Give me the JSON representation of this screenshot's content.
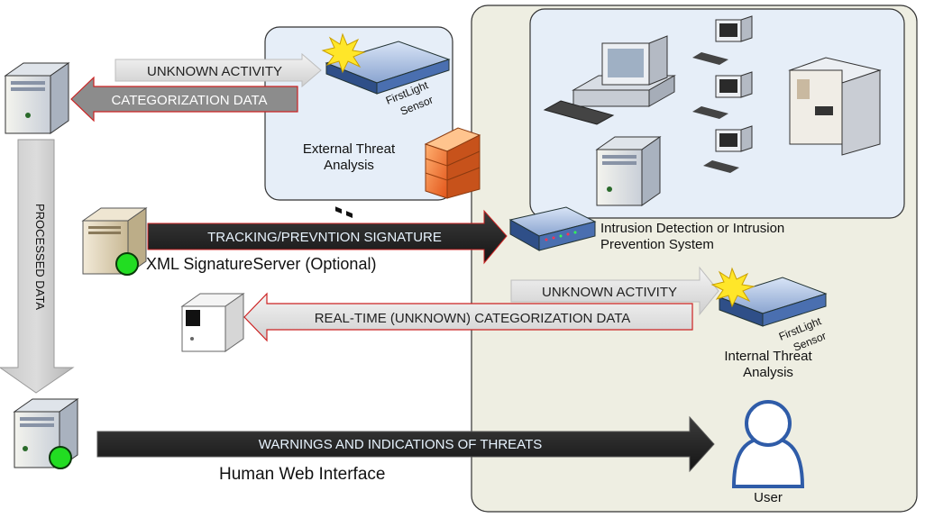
{
  "arrows": {
    "unknown_activity_top": "UNKNOWN ACTIVITY",
    "categorization_data": "CATEGORIZATION DATA",
    "processed_data": "PROCESSED DATA",
    "tracking_signature": "TRACKING/PREVNTION SIGNATURE",
    "unknown_activity_internal": "UNKNOWN ACTIVITY",
    "realtime_categorization": "REAL-TIME (UNKNOWN) CATEGORIZATION DATA",
    "warnings": "WARNINGS AND INDICATIONS OF THREATS"
  },
  "labels": {
    "sensor_top_line1": "FirstLight",
    "sensor_top_line2": "Sensor",
    "sensor_internal_line1": "FirstLight",
    "sensor_internal_line2": "Sensor",
    "external_threat_line1": "External Threat",
    "external_threat_line2": "Analysis",
    "xml_server": "XML SignatureServer (Optional)",
    "ids_line1": "Intrusion Detection or Intrusion",
    "ids_line2": "Prevention System",
    "internal_threat_line1": "Internal Threat",
    "internal_threat_line2": "Analysis",
    "human_web_interface": "Human Web Interface",
    "user": "User"
  },
  "colors": {
    "network_panel": "#eeeee2",
    "lan_box": "#e6eef8",
    "external_box": "#e6eef8",
    "dark_arrow": "#2a2a2a",
    "light_arrow": "#e2e2e2",
    "arrow_text_light": "#ffffff",
    "status_green": "#22dd22",
    "firewall": "#f07a2a",
    "device_blue": "#4a78c0"
  }
}
